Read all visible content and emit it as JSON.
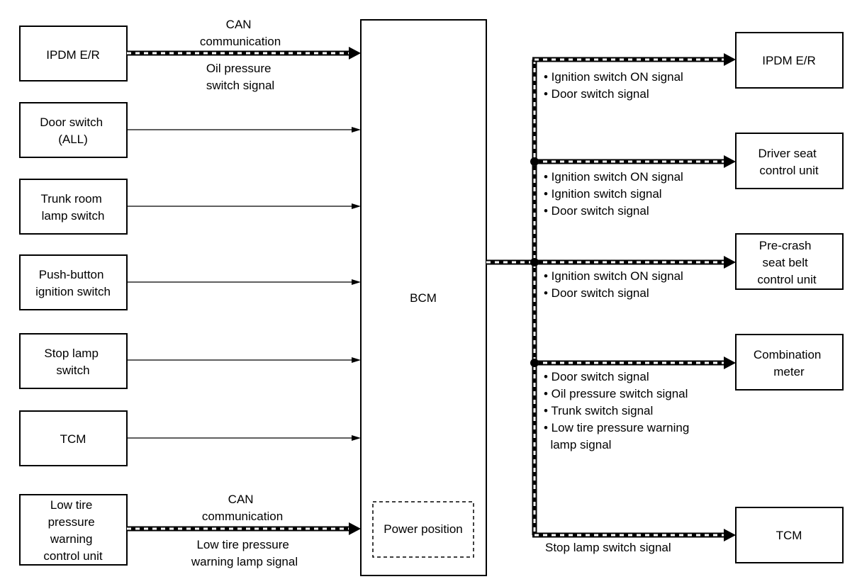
{
  "inputs": {
    "ipdm": [
      "IPDM E/R"
    ],
    "door_switch": [
      "Door switch",
      "(ALL)"
    ],
    "trunk": [
      "Trunk room",
      "lamp switch"
    ],
    "push_button": [
      "Push-button",
      "ignition switch"
    ],
    "stop_lamp": [
      "Stop lamp",
      "switch"
    ],
    "tcm": [
      "TCM"
    ],
    "low_tire": [
      "Low tire",
      "pressure",
      "warning",
      "control unit"
    ]
  },
  "input_labels": {
    "ipdm_above": [
      "CAN",
      "communication"
    ],
    "ipdm_below": [
      "Oil pressure",
      "switch signal"
    ],
    "low_tire_above": [
      "CAN",
      "communication"
    ],
    "low_tire_below": [
      "Low tire pressure",
      "warning lamp signal"
    ]
  },
  "bcm": {
    "label": "BCM",
    "power_position": "Power position"
  },
  "outputs": {
    "ipdm": [
      "IPDM E/R"
    ],
    "driver_seat": [
      "Driver seat",
      "control unit"
    ],
    "pre_crash": [
      "Pre-crash",
      "seat belt",
      "control unit"
    ],
    "combination": [
      "Combination",
      "meter"
    ],
    "tcm": [
      "TCM"
    ]
  },
  "output_signals": {
    "ipdm": [
      "• Ignition switch ON signal",
      "• Door switch signal"
    ],
    "driver_seat": [
      "• Ignition switch ON signal",
      "• Ignition switch signal",
      "• Door switch signal"
    ],
    "pre_crash": [
      "• Ignition switch ON signal",
      "• Door switch signal"
    ],
    "combination": [
      "• Door switch signal",
      "• Oil pressure switch signal",
      "• Trunk switch signal",
      "• Low tire pressure warning",
      "  lamp signal"
    ],
    "tcm": [
      "Stop lamp switch signal"
    ]
  }
}
